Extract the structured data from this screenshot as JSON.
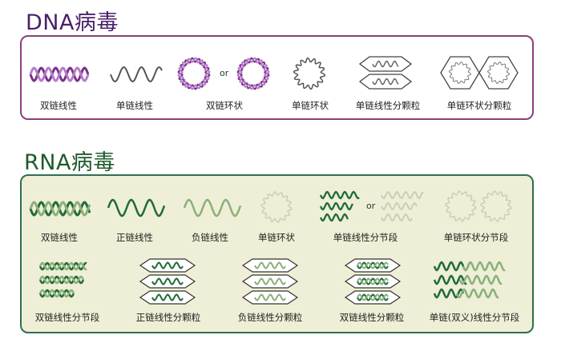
{
  "dna": {
    "title": "DNA病毒",
    "colors": {
      "primary": "#7a2f8a",
      "light": "#b67bc8",
      "gray": "#555555",
      "border": "#8a3f7c"
    },
    "types": [
      {
        "label": "双链线性",
        "icon": "double-strand-linear-icon"
      },
      {
        "label": "单链线性",
        "icon": "single-strand-linear-icon"
      },
      {
        "label": "双链环状",
        "icon": "double-strand-circular-icon"
      },
      {
        "label": "单链环状",
        "icon": "single-strand-circular-icon"
      },
      {
        "label": "单链线性分颗粒",
        "icon": "segmented-linear-icon"
      },
      {
        "label": "单链环状分颗粒",
        "icon": "segmented-circular-icon"
      }
    ],
    "or_text": "or"
  },
  "rna": {
    "title": "RNA病毒",
    "colors": {
      "primary": "#1f6b3a",
      "light": "#8ab07a",
      "pale": "#c9cfb5",
      "border": "#2f6e4e",
      "background": "#eeefd6"
    },
    "types_row1": [
      {
        "label": "双链线性",
        "icon": "double-strand-linear-icon"
      },
      {
        "label": "正链线性",
        "icon": "positive-strand-linear-icon"
      },
      {
        "label": "负链线性",
        "icon": "negative-strand-linear-icon"
      },
      {
        "label": "单链环状",
        "icon": "single-strand-circular-icon"
      },
      {
        "label": "单链线性分节段",
        "icon": "segmented-linear-icon"
      },
      {
        "label": "单链环状分节段",
        "icon": "segmented-circular-icon"
      }
    ],
    "types_row2": [
      {
        "label": "双链线性分节段",
        "icon": "double-strand-segmented-icon"
      },
      {
        "label": "正链线性分颗粒",
        "icon": "positive-segmented-particle-icon"
      },
      {
        "label": "负链线性分颗粒",
        "icon": "negative-segmented-particle-icon"
      },
      {
        "label": "双链线性分颗粒",
        "icon": "double-segmented-particle-icon"
      },
      {
        "label": "单链(双义)线性分节段",
        "icon": "ambisense-segmented-icon"
      }
    ],
    "or_text": "or"
  }
}
